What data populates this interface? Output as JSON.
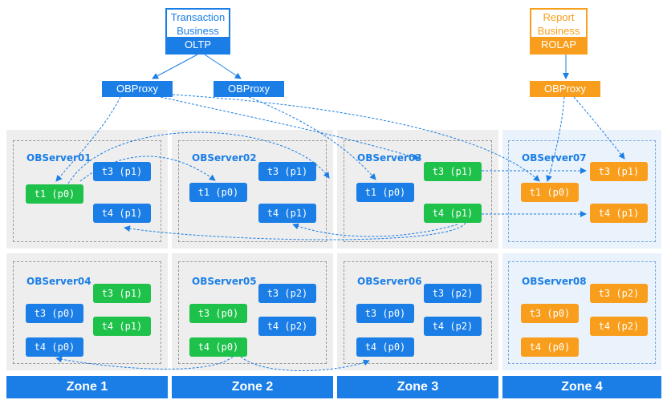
{
  "colors": {
    "primary": "#1a7ee6",
    "leader": "#1ec24a",
    "report": "#f99e1c"
  },
  "transaction_business": {
    "title_line1": "Transaction",
    "title_line2": "Business",
    "type": "OLTP"
  },
  "report_business": {
    "title_line1": "Report",
    "title_line2": "Business",
    "type": "ROLAP"
  },
  "proxies": [
    "OBProxy",
    "OBProxy",
    "OBProxy"
  ],
  "servers": [
    {
      "name": "OBServer01",
      "parts": [
        "t3 (p1)",
        "t1 (p0)",
        "t4 (p1)"
      ]
    },
    {
      "name": "OBServer02",
      "parts": [
        "t1 (p0)",
        "t3 (p1)",
        "t4 (p1)"
      ]
    },
    {
      "name": "OBServer03",
      "parts": [
        "t3 (p1)",
        "t1 (p0)",
        "t4 (p1)"
      ]
    },
    {
      "name": "OBServer07",
      "parts": [
        "t3 (p1)",
        "t1 (p0)",
        "t4 (p1)"
      ]
    },
    {
      "name": "OBServer04",
      "parts": [
        "t3 (p1)",
        "t3 (p0)",
        "t4 (p1)",
        "t4 (p0)"
      ]
    },
    {
      "name": "OBServer05",
      "parts": [
        "t3 (p2)",
        "t3 (p0)",
        "t4 (p2)",
        "t4 (p0)"
      ]
    },
    {
      "name": "OBServer06",
      "parts": [
        "t3 (p2)",
        "t3 (p0)",
        "t4 (p2)",
        "t4 (p0)"
      ]
    },
    {
      "name": "OBServer08",
      "parts": [
        "t3 (p2)",
        "t3 (p0)",
        "t4 (p2)",
        "t4 (p0)"
      ]
    }
  ],
  "zones": [
    "Zone 1",
    "Zone 2",
    "Zone 3",
    "Zone 4"
  ]
}
